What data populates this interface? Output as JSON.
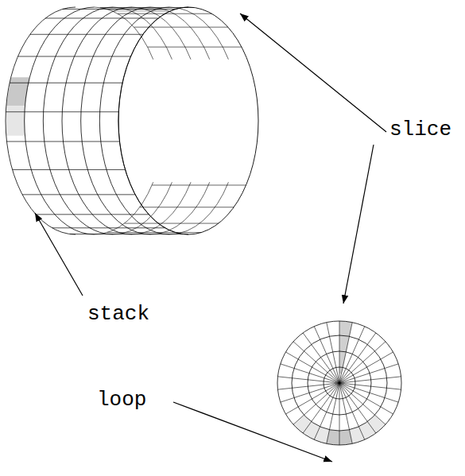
{
  "diagram": {
    "labels": [
      "slice",
      "stack",
      "loop"
    ]
  }
}
